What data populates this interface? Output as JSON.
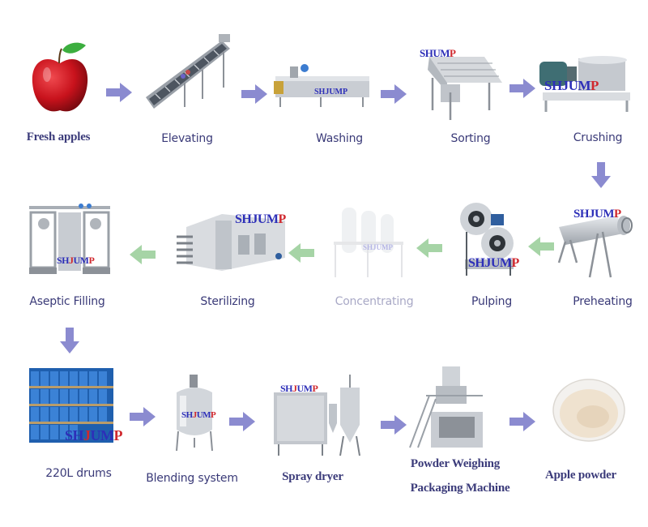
{
  "diagram": {
    "brand": {
      "text": "SHJUMP",
      "blue_part": "SH",
      "red_part": "J",
      "blue_part2": "UM",
      "red_part2": "P"
    },
    "colors": {
      "label": "#3a3a78",
      "label_faded": "#a9a9c6",
      "arrow_purple": "#8b8bd0",
      "arrow_green": "#a6d4a6",
      "steel": "#c8ccd2",
      "apple_red": "#c8121c",
      "drum_blue": "#2a6fc2",
      "powder": "#efe2cf"
    },
    "steps": [
      {
        "id": "fresh-apples",
        "label": "Fresh apples",
        "icon": "apple-icon"
      },
      {
        "id": "elevating",
        "label": "Elevating",
        "icon": "conveyor-icon"
      },
      {
        "id": "washing",
        "label": "Washing",
        "icon": "washer-icon"
      },
      {
        "id": "sorting",
        "label": "Sorting",
        "icon": "sorter-icon"
      },
      {
        "id": "crushing",
        "label": "Crushing",
        "icon": "crusher-icon"
      },
      {
        "id": "preheating",
        "label": "Preheating",
        "icon": "preheater-icon"
      },
      {
        "id": "pulping",
        "label": "Pulping",
        "icon": "pulper-icon"
      },
      {
        "id": "concentrating",
        "label": "Concentrating",
        "icon": "evaporator-icon"
      },
      {
        "id": "sterilizing",
        "label": "Sterilizing",
        "icon": "sterilizer-icon"
      },
      {
        "id": "aseptic-filling",
        "label": "Aseptic Filling",
        "icon": "filler-icon"
      },
      {
        "id": "drums",
        "label": "220L drums",
        "icon": "drums-icon"
      },
      {
        "id": "blending",
        "label": "Blending system",
        "icon": "tank-icon"
      },
      {
        "id": "spray-dryer",
        "label": "Spray dryer",
        "icon": "spray-dryer-icon"
      },
      {
        "id": "packaging",
        "label_line1": "Powder Weighing",
        "label_line2": "Packaging Machine",
        "icon": "packaging-machine-icon"
      },
      {
        "id": "apple-powder",
        "label": "Apple powder",
        "icon": "powder-bowl-icon"
      }
    ],
    "arrows": [
      {
        "from": "Fresh apples",
        "to": "Elevating",
        "direction": "right",
        "color": "purple"
      },
      {
        "from": "Elevating",
        "to": "Washing",
        "direction": "right",
        "color": "purple"
      },
      {
        "from": "Washing",
        "to": "Sorting",
        "direction": "right",
        "color": "purple"
      },
      {
        "from": "Sorting",
        "to": "Crushing",
        "direction": "right",
        "color": "purple"
      },
      {
        "from": "Crushing",
        "to": "Preheating",
        "direction": "down",
        "color": "purple"
      },
      {
        "from": "Preheating",
        "to": "Pulping",
        "direction": "left",
        "color": "green"
      },
      {
        "from": "Pulping",
        "to": "Concentrating",
        "direction": "left",
        "color": "green"
      },
      {
        "from": "Concentrating",
        "to": "Sterilizing",
        "direction": "left",
        "color": "green"
      },
      {
        "from": "Sterilizing",
        "to": "Aseptic Filling",
        "direction": "left",
        "color": "green"
      },
      {
        "from": "Aseptic Filling",
        "to": "220L drums",
        "direction": "down",
        "color": "purple"
      },
      {
        "from": "220L drums",
        "to": "Blending system",
        "direction": "right",
        "color": "purple"
      },
      {
        "from": "Blending system",
        "to": "Spray dryer",
        "direction": "right",
        "color": "purple"
      },
      {
        "from": "Spray dryer",
        "to": "Powder Weighing Packaging Machine",
        "direction": "right",
        "color": "purple"
      },
      {
        "from": "Powder Weighing Packaging Machine",
        "to": "Apple powder",
        "direction": "right",
        "color": "purple"
      }
    ]
  }
}
